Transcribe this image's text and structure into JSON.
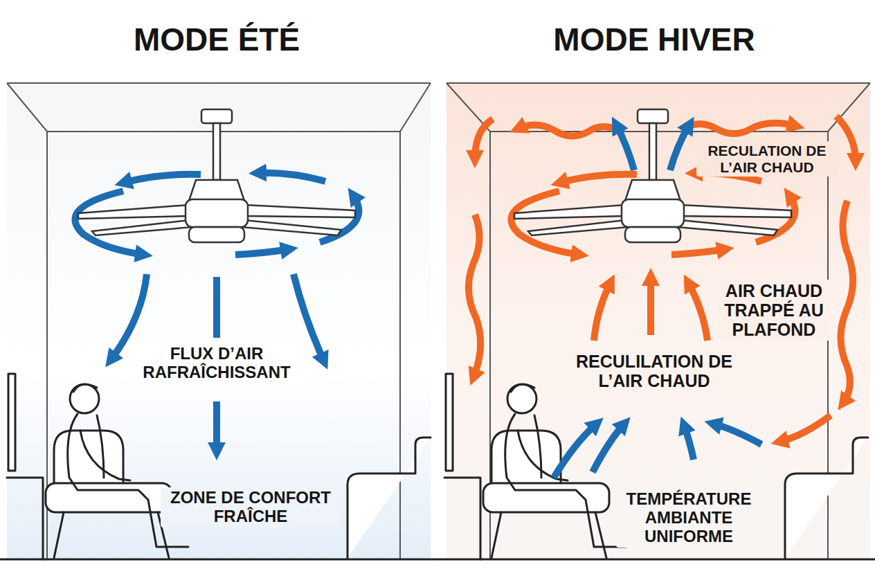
{
  "diagram": {
    "labels": [
      "MODE ÉTÉ",
      "MODE HIVER",
      "FLUX D’AIR RAFRAÎCHISSANT",
      "ZONE DE CONFORT FRAÎCHE",
      "RECULATION DE L’AIR CHAUD",
      "AIR CHAUD TRAPPÉ AU PLAFOND",
      "RECULILATION DE L’AIR CHAUD",
      "TEMPÉRATURE AMBIANTE UNIFORME"
    ]
  }
}
